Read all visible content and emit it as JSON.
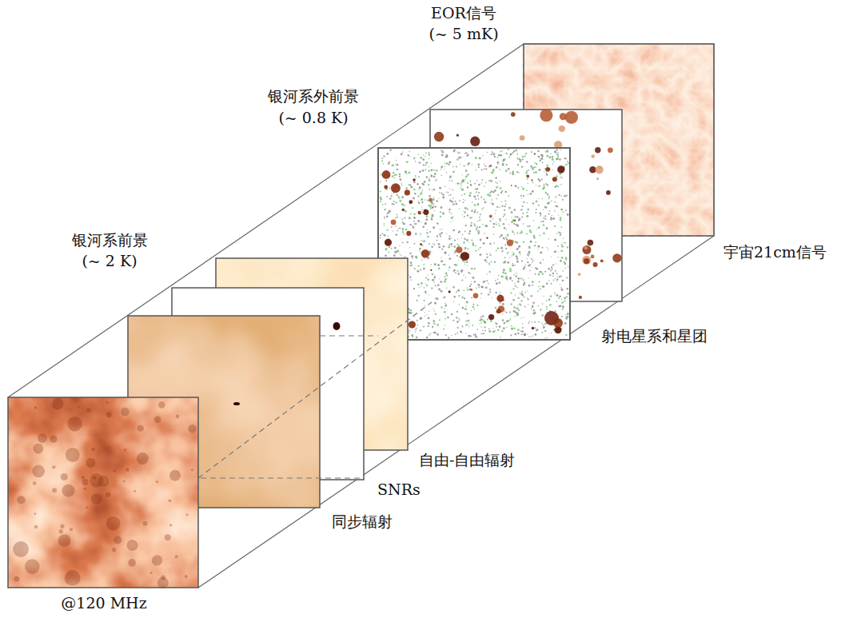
{
  "diagram": {
    "labels": [
      "EOR信号",
      "(~ 5 mK)",
      "银河系外前景",
      "(~ 0.8 K)",
      "银河系前景",
      "(~ 2 K)",
      "宇宙21cm信号",
      "射电星系和星团",
      "自由-自由辐射",
      "SNRs",
      "同步辐射",
      "@120 MHz"
    ]
  }
}
